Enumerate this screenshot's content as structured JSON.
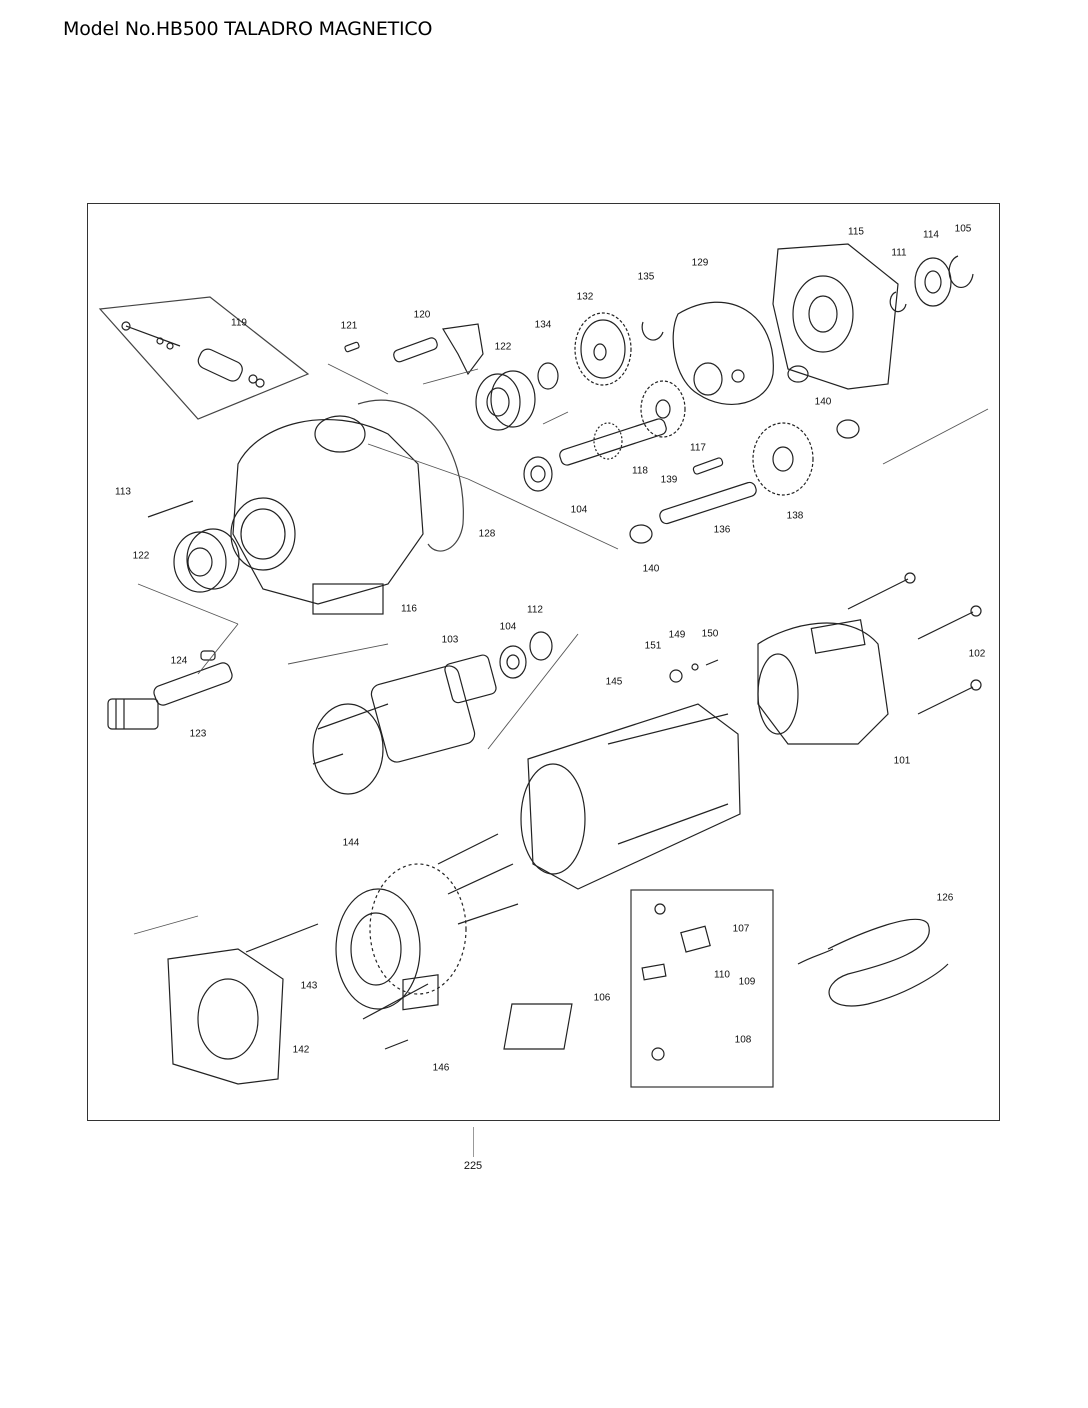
{
  "header": {
    "title": "Model No.HB500 TALADRO MAGNETICO"
  },
  "page_number": "225",
  "callouts": [
    {
      "id": "c119",
      "label": "119"
    },
    {
      "id": "c121",
      "label": "121"
    },
    {
      "id": "c120",
      "label": "120"
    },
    {
      "id": "c122a",
      "label": "122"
    },
    {
      "id": "c134",
      "label": "134"
    },
    {
      "id": "c132",
      "label": "132"
    },
    {
      "id": "c135",
      "label": "135"
    },
    {
      "id": "c129",
      "label": "129"
    },
    {
      "id": "c115",
      "label": "115"
    },
    {
      "id": "c114",
      "label": "114"
    },
    {
      "id": "c105",
      "label": "105"
    },
    {
      "id": "c111",
      "label": "111"
    },
    {
      "id": "c140a",
      "label": "140"
    },
    {
      "id": "c117",
      "label": "117"
    },
    {
      "id": "c118",
      "label": "118"
    },
    {
      "id": "c139",
      "label": "139"
    },
    {
      "id": "c136",
      "label": "136"
    },
    {
      "id": "c138",
      "label": "138"
    },
    {
      "id": "c104a",
      "label": "104"
    },
    {
      "id": "c140b",
      "label": "140"
    },
    {
      "id": "c113",
      "label": "113"
    },
    {
      "id": "c128",
      "label": "128"
    },
    {
      "id": "c122b",
      "label": "122"
    },
    {
      "id": "c116",
      "label": "116"
    },
    {
      "id": "c124",
      "label": "124"
    },
    {
      "id": "c123",
      "label": "123"
    },
    {
      "id": "c103",
      "label": "103"
    },
    {
      "id": "c104b",
      "label": "104"
    },
    {
      "id": "c112",
      "label": "112"
    },
    {
      "id": "c151",
      "label": "151"
    },
    {
      "id": "c149",
      "label": "149"
    },
    {
      "id": "c150",
      "label": "150"
    },
    {
      "id": "c145",
      "label": "145"
    },
    {
      "id": "c102",
      "label": "102"
    },
    {
      "id": "c101",
      "label": "101"
    },
    {
      "id": "c144",
      "label": "144"
    },
    {
      "id": "c107",
      "label": "107"
    },
    {
      "id": "c110",
      "label": "110"
    },
    {
      "id": "c109",
      "label": "109"
    },
    {
      "id": "c106",
      "label": "106"
    },
    {
      "id": "c108",
      "label": "108"
    },
    {
      "id": "c126",
      "label": "126"
    },
    {
      "id": "c143",
      "label": "143"
    },
    {
      "id": "c142",
      "label": "142"
    },
    {
      "id": "c146",
      "label": "146"
    }
  ]
}
